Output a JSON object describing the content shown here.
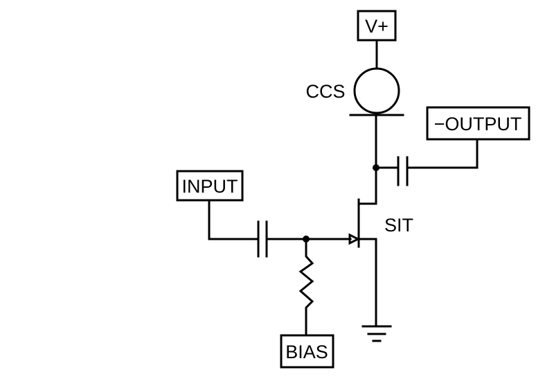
{
  "diagram": {
    "type": "circuit-schematic",
    "description": "Single-stage SIT amplifier with constant current source load",
    "colors": {
      "line": "#000000",
      "background": "#ffffff"
    },
    "terminals": {
      "supply": "V+",
      "output": "−OUTPUT",
      "input": "INPUT",
      "bias": "BIAS"
    },
    "components": {
      "current_source": {
        "label": "CCS",
        "kind": "constant current source"
      },
      "transistor": {
        "label": "SIT",
        "kind": "static induction transistor"
      },
      "input_capacitor": {
        "kind": "capacitor"
      },
      "output_capacitor": {
        "kind": "capacitor"
      },
      "bias_resistor": {
        "kind": "resistor"
      },
      "ground": {
        "kind": "ground"
      }
    }
  }
}
